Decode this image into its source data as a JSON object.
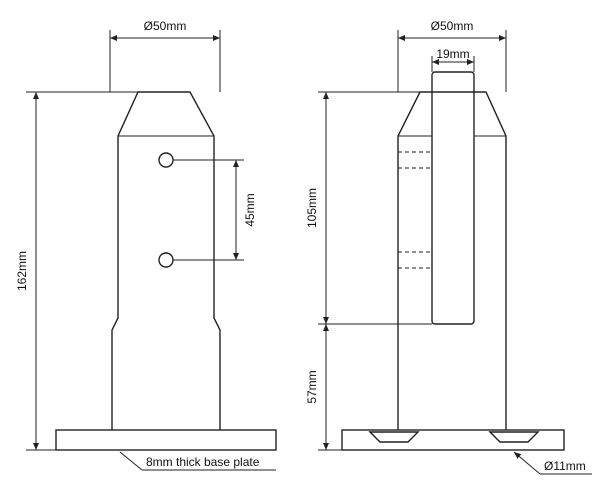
{
  "left_view": {
    "diameter_label": "Ø50mm",
    "height_label": "162mm",
    "hole_spacing_label": "45mm",
    "base_plate_label": "8mm thick base plate"
  },
  "right_view": {
    "diameter_label": "Ø50mm",
    "slot_width_label": "19mm",
    "slot_height_label": "105mm",
    "lower_height_label": "57mm",
    "bolt_hole_label": "Ø11mm"
  }
}
